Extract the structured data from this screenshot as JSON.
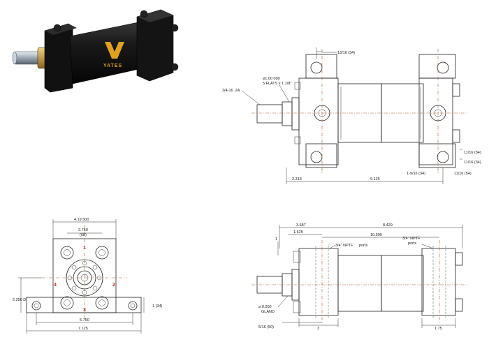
{
  "photo": {
    "brand": "YATES"
  },
  "side_view": {
    "dims": {
      "top_offset": "13/16 (34)",
      "rod_dia": "⌀1.00 000",
      "flats": "5 FLATS x 1 1/8\"",
      "thread": "3/4-16 .2A",
      "right_a": "11/16 (34)",
      "right_b": "11/16 (34)",
      "right_c": "11/16 (54)",
      "bottom_mid": "1-9/16 (34)",
      "stroke_left": "2.313",
      "overall": "9.125"
    }
  },
  "end_view": {
    "dims": {
      "width_top": "4.19 500",
      "bolt_space": "2.750",
      "bolt_space_mm": "(68)",
      "height_left": "2.250 D",
      "foot": "1 (34)",
      "base_inner": "5.750",
      "base_outer": "7.125"
    },
    "port_numbers": [
      "1",
      "2",
      "3",
      "4"
    ]
  },
  "bottom_view": {
    "dims": {
      "left_a": "3.687",
      "left_b": "1.625",
      "overall": "8.429",
      "mid": "10.500",
      "port_left": "3/4\" NPTF",
      "port_left_note": "ports",
      "port_right": "3/4\" NPTF",
      "port_right_note": "ports",
      "small_v": "1",
      "gland_dia": "⌀ 0.000",
      "gland": "GLAND",
      "bottom_left": "5/16 (50)",
      "bottom_mid": "3",
      "bottom_right": "1.75"
    }
  }
}
